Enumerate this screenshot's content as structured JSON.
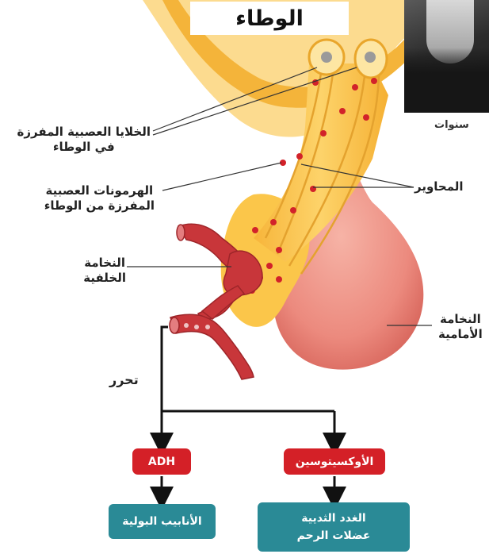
{
  "title": "الوطاء",
  "photo_caption": "سنوات",
  "labels": {
    "neurosecretory_cells_line1": "الخلايا العصبية المفرزة",
    "neurosecretory_cells_line2": "في الوطاء",
    "neurohormones_line1": "الهرمونات العصبية",
    "neurohormones_line2": "المفرزة من الوطاء",
    "axons": "المحاوير",
    "posterior_pituitary_line1": "النخامة",
    "posterior_pituitary_line2": "الخلفية",
    "anterior_pituitary_line1": "النخامة",
    "anterior_pituitary_line2": "الأمامية",
    "release": "تحرر"
  },
  "hormones": {
    "left": "ADH",
    "right": "الأوكسيتوسين"
  },
  "targets": {
    "left": "الأنابيب البولية",
    "right_line1": "الغدد الثديية",
    "right_line2": "عضلات الرحم"
  },
  "colors": {
    "gland_yellow": "#fbc64a",
    "gland_light": "#fde6a3",
    "anterior_pink": "#ee8c80",
    "vessel_red": "#c8363a",
    "hormone_dot": "#d2222a",
    "box_red": "#d42027",
    "box_teal": "#2a8a96"
  }
}
